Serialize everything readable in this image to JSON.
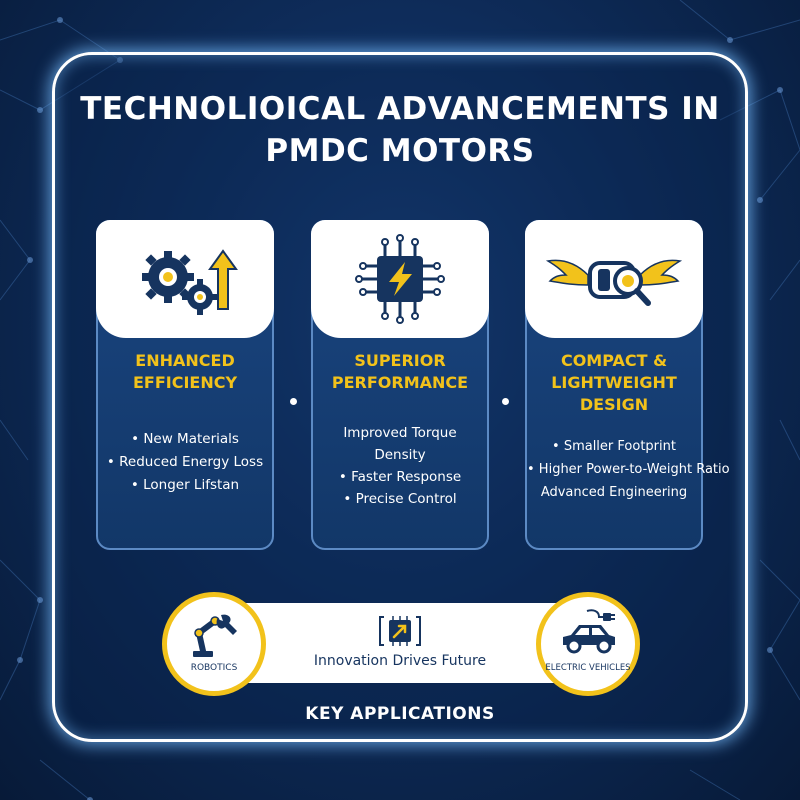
{
  "title": {
    "line1": "TECHNOLIOICAL ADVANCEMENTS IN",
    "line2": "PMDC MOTORS"
  },
  "cards": [
    {
      "icon": "gears-arrow-up-icon",
      "heading_line1": "ENHANCED",
      "heading_line2": "EFFICIENCY",
      "items": [
        "• New Materials",
        "• Reduced Energy Loss",
        "• Longer Lifstan"
      ]
    },
    {
      "icon": "lightning-chip-icon",
      "heading_line1": "SUPERIOR",
      "heading_line2": "PERFORMANCE",
      "items": [
        "Improved Torque",
        "Density",
        "• Faster Response",
        "• Precise Control"
      ]
    },
    {
      "icon": "winged-motor-magnifier-icon",
      "heading_line1": "COMPACT &",
      "heading_line2": "LIGHTWEIGHT",
      "heading_line3": "DESIGN",
      "items": [
        "• Smaller Footprint",
        "• Higher Power-to-Weight Ratio",
        "Advanced Engineering"
      ]
    }
  ],
  "applications": {
    "left_label": "ROBOTICS",
    "left_icon": "robot-arm-icon",
    "center_label": "Innovation Drives Future",
    "center_icon": "chip-arrow-icon",
    "right_label": "ELECTRIC VEHICLES",
    "right_icon": "electric-car-icon"
  },
  "footer": "KEY APPLICATIONS",
  "colors": {
    "background": "#0e2c5a",
    "accent_yellow": "#f2c21b",
    "navy": "#16345f",
    "white": "#ffffff"
  }
}
